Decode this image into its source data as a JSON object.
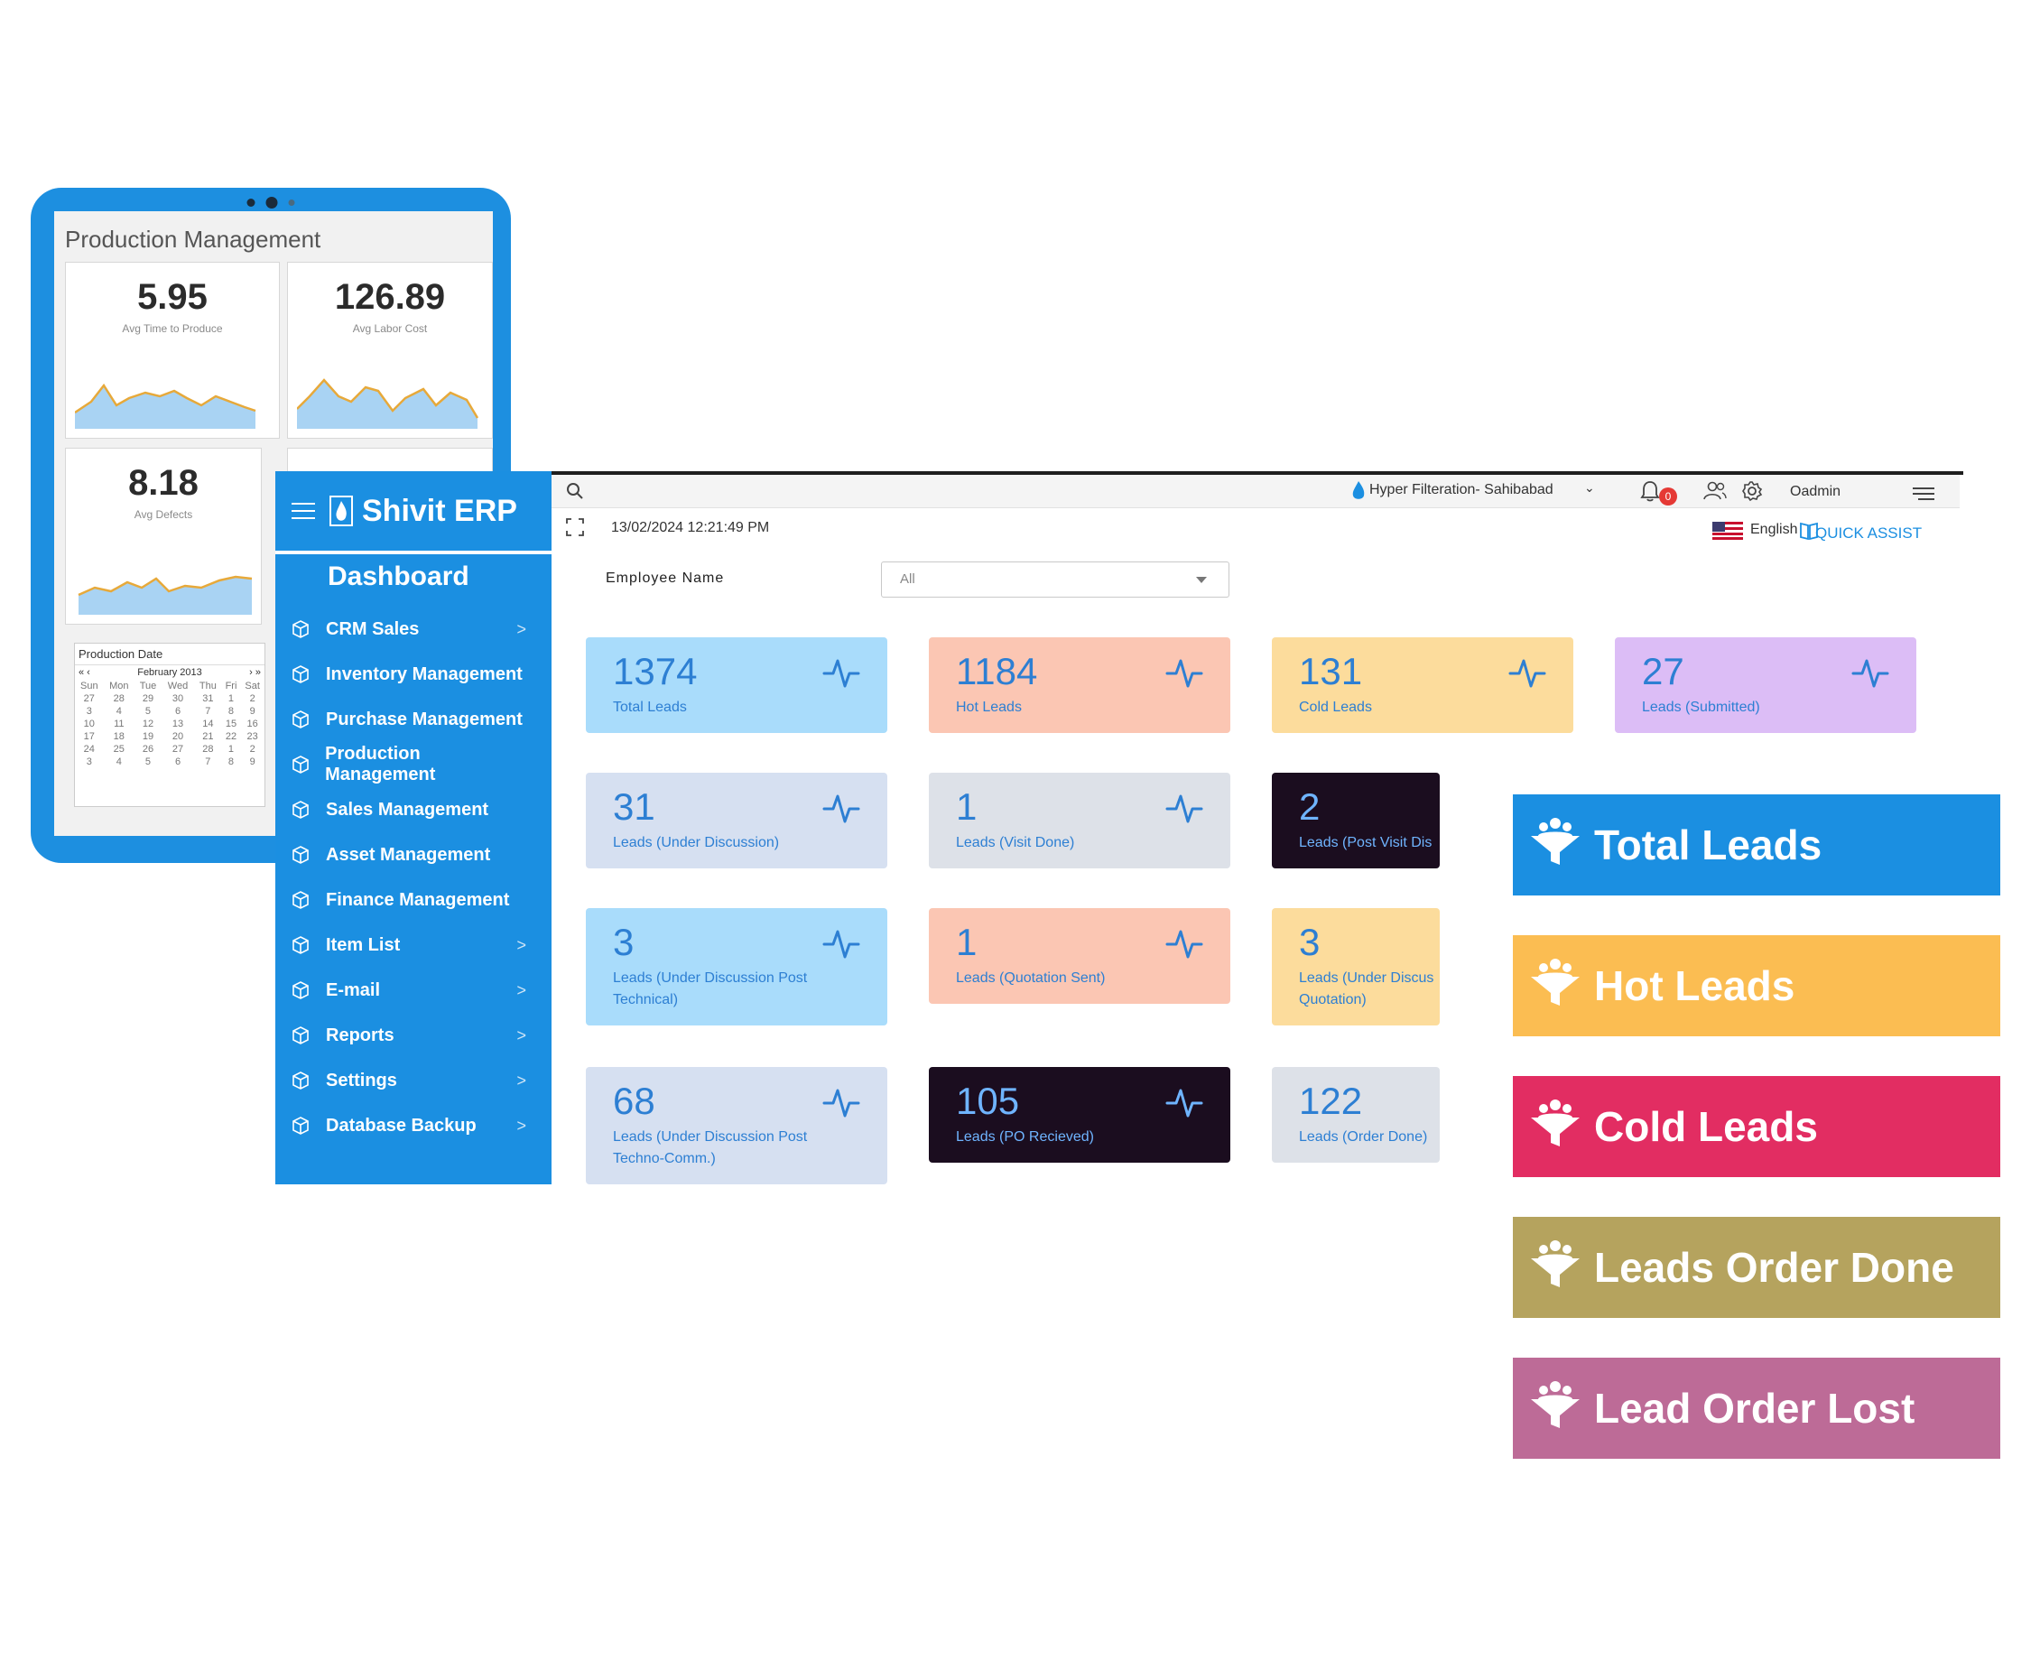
{
  "tablet": {
    "title": "Production Management",
    "cards": [
      {
        "value": "5.95",
        "label": "Avg Time to Produce"
      },
      {
        "value": "126.89",
        "label": "Avg Labor Cost"
      },
      {
        "value": "8.18",
        "label": "Avg Defects"
      }
    ],
    "calendar": {
      "title": "Production Date",
      "month": "February 2013",
      "days": [
        "Sun",
        "Mon",
        "Tue",
        "Wed",
        "Thu",
        "Fri",
        "Sat"
      ],
      "weeks": [
        [
          "27",
          "28",
          "29",
          "30",
          "31",
          "1",
          "2"
        ],
        [
          "3",
          "4",
          "5",
          "6",
          "7",
          "8",
          "9"
        ],
        [
          "10",
          "11",
          "12",
          "13",
          "14",
          "15",
          "16"
        ],
        [
          "17",
          "18",
          "19",
          "20",
          "21",
          "22",
          "23"
        ],
        [
          "24",
          "25",
          "26",
          "27",
          "28",
          "1",
          "2"
        ],
        [
          "3",
          "4",
          "5",
          "6",
          "7",
          "8",
          "9"
        ]
      ]
    }
  },
  "sidebar": {
    "brand": "Shivit ERP",
    "dashboard": "Dashboard",
    "items": [
      {
        "label": "CRM Sales",
        "chevron": ">"
      },
      {
        "label": "Inventory Management",
        "chevron": ""
      },
      {
        "label": "Purchase Management",
        "chevron": ""
      },
      {
        "label": "Production Management",
        "chevron": ""
      },
      {
        "label": "Sales Management",
        "chevron": ""
      },
      {
        "label": "Asset Management",
        "chevron": ""
      },
      {
        "label": "Finance Management",
        "chevron": ""
      },
      {
        "label": "Item List",
        "chevron": ">"
      },
      {
        "label": "E-mail",
        "chevron": ">"
      },
      {
        "label": "Reports",
        "chevron": ">"
      },
      {
        "label": "Settings",
        "chevron": ">"
      },
      {
        "label": "Database Backup",
        "chevron": ">"
      }
    ]
  },
  "topbar": {
    "company": "Hyper Filteration- Sahibabad",
    "notifications": "0",
    "user": "Oadmin",
    "datetime": "13/02/2024 12:21:49 PM",
    "language": "English",
    "quick_assist": "QUICK ASSIST"
  },
  "filter": {
    "label": "Employee Name",
    "value": "All"
  },
  "stats": [
    {
      "value": "1374",
      "label": "Total Leads",
      "bg": "#a9dcfb"
    },
    {
      "value": "1184",
      "label": "Hot Leads",
      "bg": "#fbc6b3"
    },
    {
      "value": "131",
      "label": "Cold Leads",
      "bg": "#fcdc9c"
    },
    {
      "value": "27",
      "label": "Leads (Submitted)",
      "bg": "#dcbdf6"
    },
    {
      "value": "31",
      "label": "Leads (Under Discussion)",
      "bg": "#d6e0f1"
    },
    {
      "value": "1",
      "label": "Leads (Visit Done)",
      "bg": "#dde1e8"
    },
    {
      "value": "2",
      "label": "Leads (Post Visit Dis",
      "bg": "#1b0d1f"
    },
    {
      "value": "3",
      "label": "Leads (Under Discussion Post Technical)",
      "bg": "#a9dcfb"
    },
    {
      "value": "1",
      "label": "Leads (Quotation Sent)",
      "bg": "#fbc6b3"
    },
    {
      "value": "3",
      "label": "Leads (Under Discus Quotation)",
      "bg": "#fcdc9c"
    },
    {
      "value": "68",
      "label": "Leads (Under Discussion Post Techno-Comm.)",
      "bg": "#d6e0f1"
    },
    {
      "value": "105",
      "label": "Leads (PO Recieved)",
      "bg": "#1b0d1f"
    },
    {
      "value": "122",
      "label": "Leads (Order Done)",
      "bg": "#dde1e8"
    }
  ],
  "buttons": [
    {
      "label": "Total Leads",
      "color": "#1b8fe1"
    },
    {
      "label": "Hot Leads",
      "color": "#fbbd52"
    },
    {
      "label": "Cold Leads",
      "color": "#e22d62"
    },
    {
      "label": "Leads Order Done",
      "color": "#b5a35e"
    },
    {
      "label": "Lead Order Lost",
      "color": "#bd6b97"
    }
  ]
}
